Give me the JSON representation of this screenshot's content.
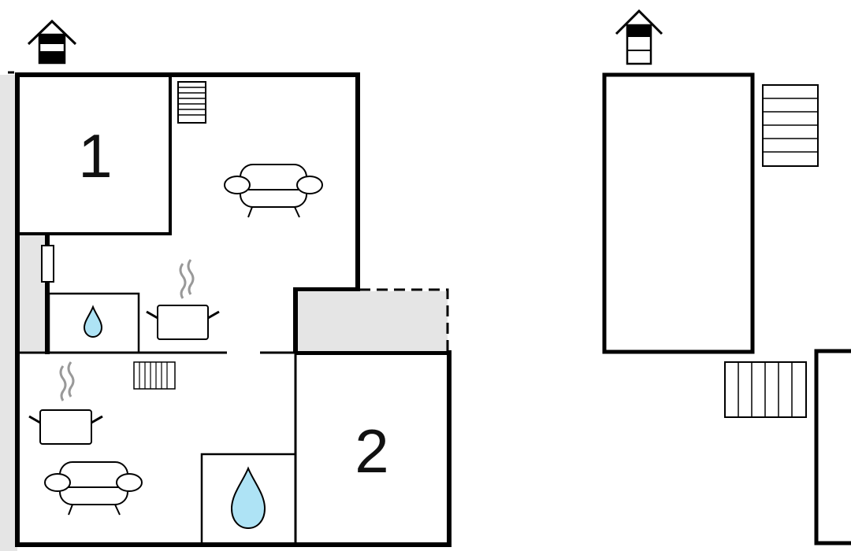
{
  "floorplan": {
    "rooms": [
      {
        "number": "1",
        "kind": "bedroom"
      },
      {
        "number": "2",
        "kind": "bedroom"
      }
    ],
    "icons": [
      "house-entrance-icon",
      "stairs-icon",
      "sofa-icon",
      "kitchen-pot-icon",
      "water-drop-icon",
      "radiator-icon",
      "window-icon"
    ],
    "colors": {
      "wall": "#000000",
      "terrace_fill": "#e5e5e5",
      "water": "#aee3f5",
      "steam": "#999999",
      "background": "#ffffff"
    }
  }
}
